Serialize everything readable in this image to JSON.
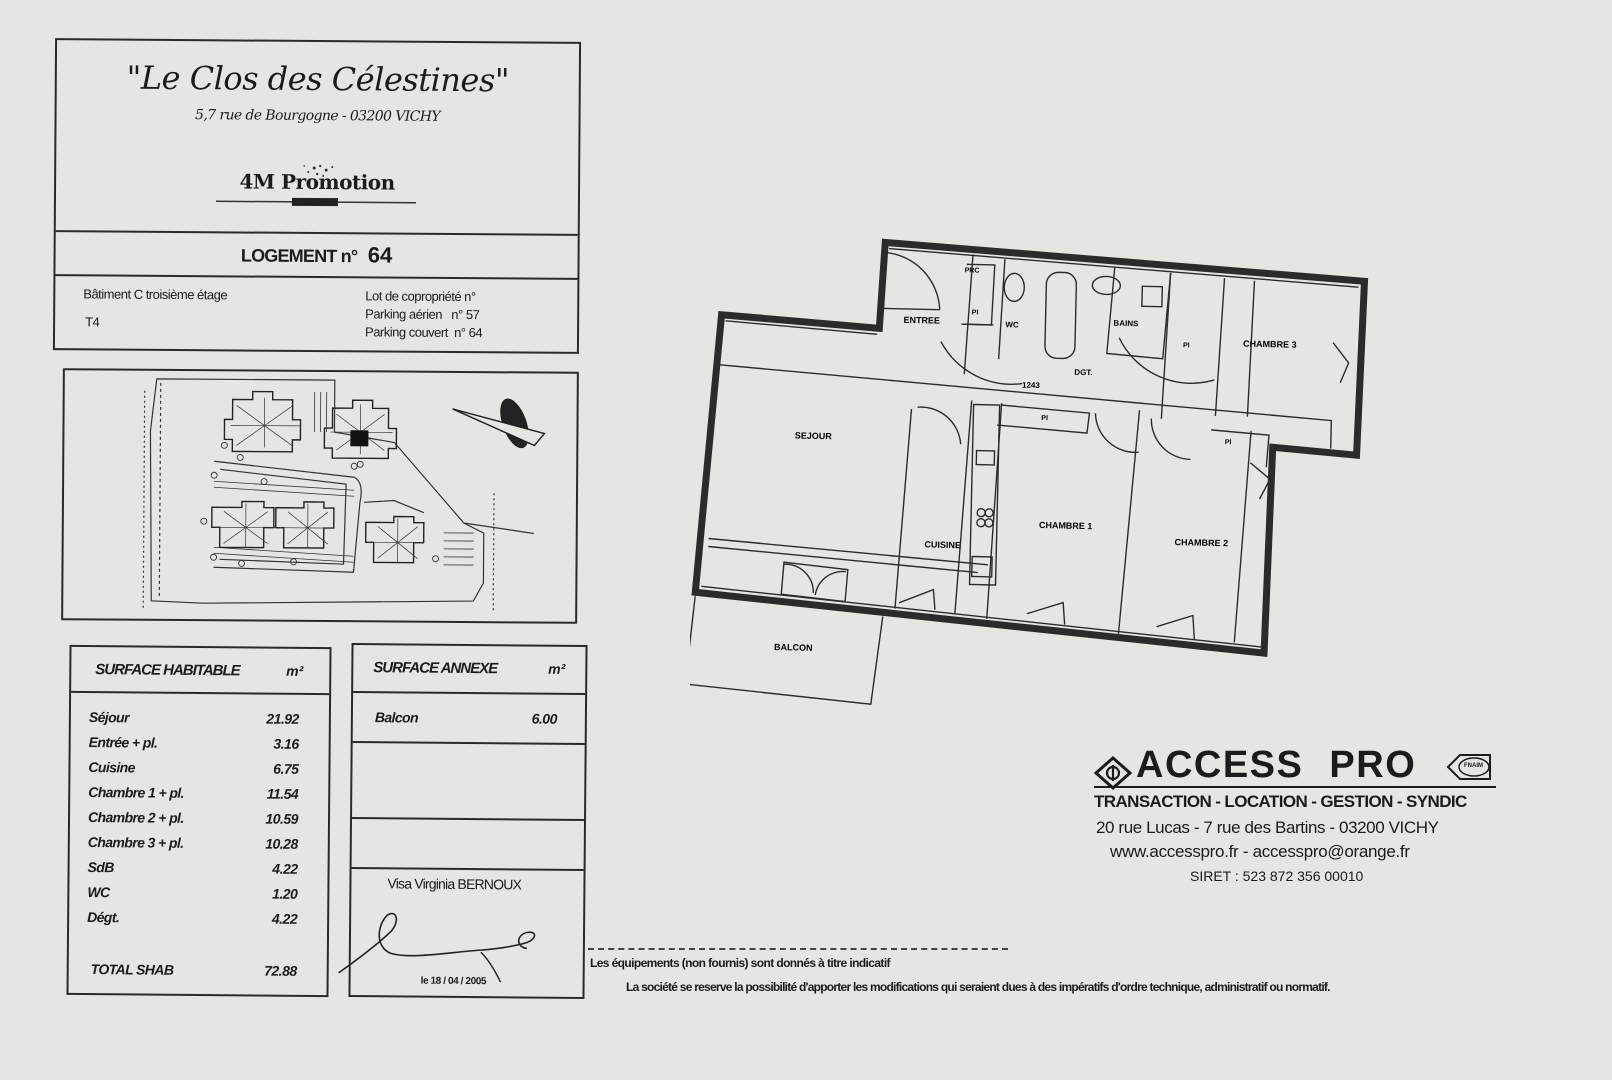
{
  "header": {
    "title": "\"Le Clos des Célestines\"",
    "address": "5,7 rue de Bourgogne - 03200 VICHY",
    "promoter": "4M Promotion"
  },
  "logement": {
    "label": "LOGEMENT n°",
    "number": "64"
  },
  "info": {
    "building": "Bâtiment C troisième étage",
    "type": "T4",
    "lot": "Lot de copropriété n°",
    "parking_aerien": "Parking aérien   n° 57",
    "parking_couvert": "Parking couvert  n° 64"
  },
  "surface_habitable": {
    "header": "SURFACE HABITABLE",
    "unit": "m²",
    "rows": [
      {
        "label": "Séjour",
        "value": "21.92"
      },
      {
        "label": "Entrée + pl.",
        "value": "3.16"
      },
      {
        "label": "Cuisine",
        "value": "6.75"
      },
      {
        "label": "Chambre 1 + pl.",
        "value": "11.54"
      },
      {
        "label": "Chambre 2 + pl.",
        "value": "10.59"
      },
      {
        "label": "Chambre 3 + pl.",
        "value": "10.28"
      },
      {
        "label": "SdB",
        "value": "4.22"
      },
      {
        "label": "WC",
        "value": "1.20"
      },
      {
        "label": "Dégt.",
        "value": "4.22"
      }
    ],
    "total_label": "TOTAL SHAB",
    "total_value": "72.88"
  },
  "surface_annexe": {
    "header": "SURFACE ANNEXE",
    "unit": "m²",
    "rows": [
      {
        "label": "Balcon",
        "value": "6.00"
      }
    ]
  },
  "visa": {
    "label": "Visa Virginia BERNOUX",
    "date": "le 18 / 04 / 2005"
  },
  "plan": {
    "rooms": {
      "entree": "ENTREE",
      "sejour": "SEJOUR",
      "cuisine": "CUISINE",
      "chambre1": "CHAMBRE 1",
      "chambre2": "CHAMBRE 2",
      "chambre3": "CHAMBRE 3",
      "balcon": "BALCON",
      "wc": "WC",
      "bains": "BAINS",
      "dgt": "DGT.",
      "pl": "Pl",
      "prc": "PRC",
      "dim": "1243"
    }
  },
  "access_pro": {
    "brand": "ACCESS PRO",
    "services": "TRANSACTION - LOCATION - GESTION - SYNDIC",
    "address": "20 rue Lucas - 7 rue des Bartins - 03200 VICHY",
    "web": "www.accesspro.fr - accesspro@orange.fr",
    "siret": "SIRET : 523 872 356 00010",
    "badge": "FNAIM"
  },
  "footer": {
    "note1": "Les équipements (non fournis) sont donnés à titre indicatif",
    "note2": "La société se reserve la possibilité d'apporter les modifications qui seraient dues à des impératifs d'ordre technique, administratif ou normatif."
  },
  "colors": {
    "paper": "#e4e6e1",
    "ink": "#1b1b1b"
  }
}
